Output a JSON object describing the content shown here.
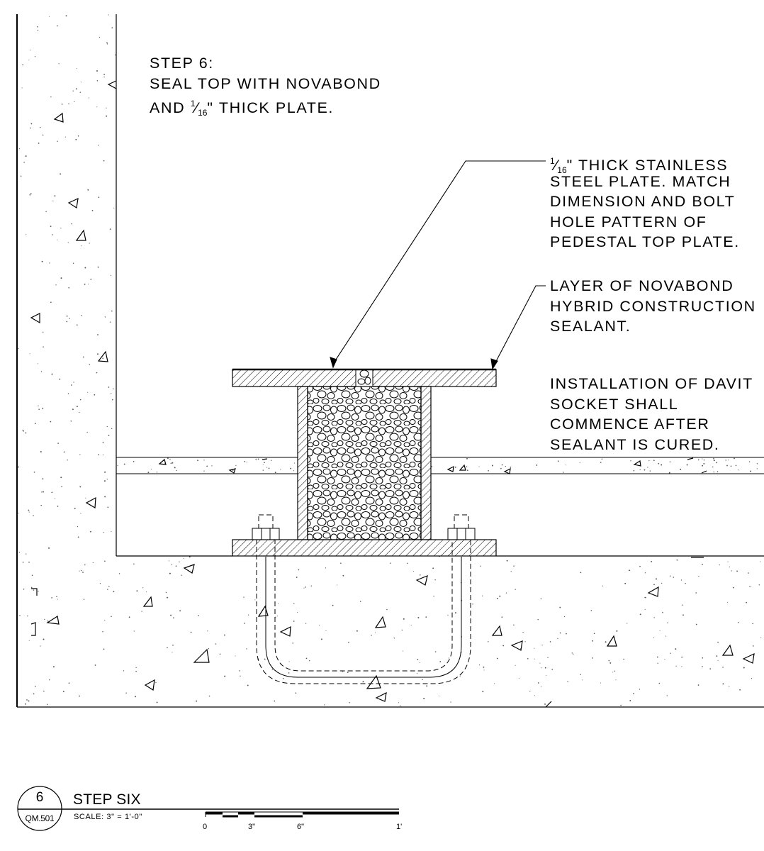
{
  "notes": {
    "step": {
      "line1": "STEP 6:",
      "line2": "SEAL TOP WITH NOVABOND",
      "line3_pre": "AND ",
      "fraction_num": "1",
      "fraction_den": "16",
      "line3_post": "\" THICK PLATE."
    },
    "plate": {
      "fraction_num": "1",
      "fraction_den": "16",
      "line1_post": "\" THICK STAINLESS",
      "line2": "STEEL PLATE. MATCH",
      "line3": "DIMENSION AND BOLT",
      "line4": "HOLE PATTERN OF",
      "line5": "PEDESTAL TOP PLATE."
    },
    "sealant": {
      "line1": "LAYER OF NOVABOND",
      "line2": "HYBRID CONSTRUCTION",
      "line3": "SEALANT."
    },
    "install": {
      "line1": "INSTALLATION OF DAVIT",
      "line2": "SOCKET SHALL",
      "line3": "COMMENCE AFTER",
      "line4": "SEALANT IS CURED."
    }
  },
  "title_block": {
    "detail_number": "6",
    "sheet": "QM.501",
    "title": "STEP SIX",
    "scale": "SCALE: 3\" = 1'-0\"",
    "scale_bar_labels": [
      "0",
      "3\"",
      "6\"",
      "1'"
    ]
  }
}
